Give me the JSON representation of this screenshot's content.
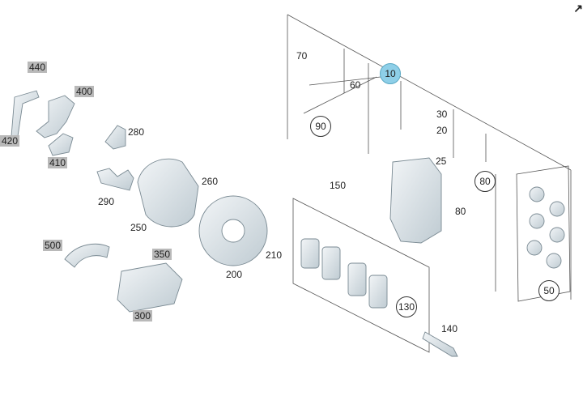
{
  "corner_icon": "external-link-icon",
  "part_numbers": {
    "p10": "10",
    "p20": "20",
    "p25": "25",
    "p30": "30",
    "p50": "50",
    "p60": "60",
    "p70": "70",
    "p80a": "80",
    "p80b": "80",
    "p90": "90",
    "p130": "130",
    "p140": "140",
    "p150": "150",
    "p200": "200",
    "p210": "210",
    "p250": "250",
    "p260": "260",
    "p280": "280",
    "p290": "290",
    "p300": "300",
    "p350": "350",
    "p400": "400",
    "p410": "410",
    "p420": "420",
    "p440": "440",
    "p500": "500"
  },
  "colors": {
    "part_fill": "#e6ecef",
    "part_stroke": "#7a8a93",
    "tag_grey": "#b9b9b9",
    "tag_blue": "#8ecfe8"
  }
}
